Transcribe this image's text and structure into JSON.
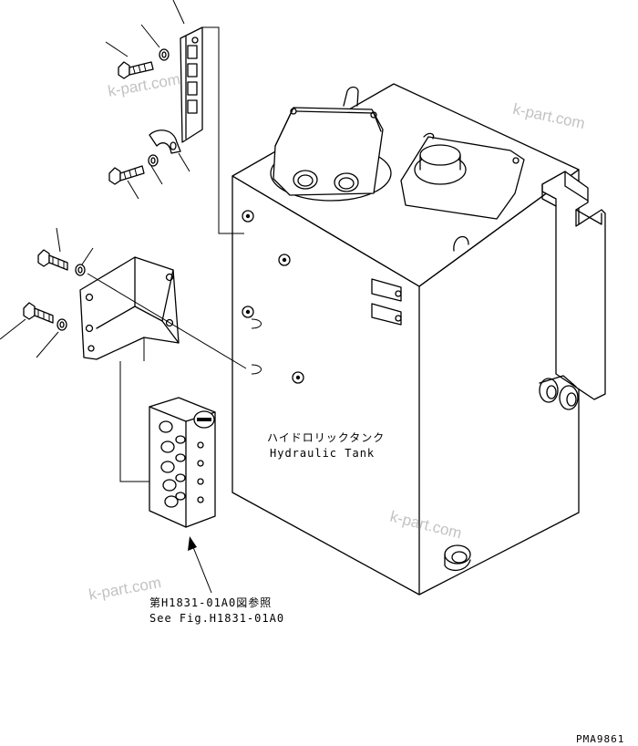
{
  "tank_label": {
    "japanese": "ハイドロリックタンク",
    "english": "Hydraulic Tank"
  },
  "reference": {
    "japanese": "第H1831-01A0図参照",
    "english": "See Fig.H1831-01A0"
  },
  "drawing_code": "PMA9861",
  "watermark": "k-part.com"
}
